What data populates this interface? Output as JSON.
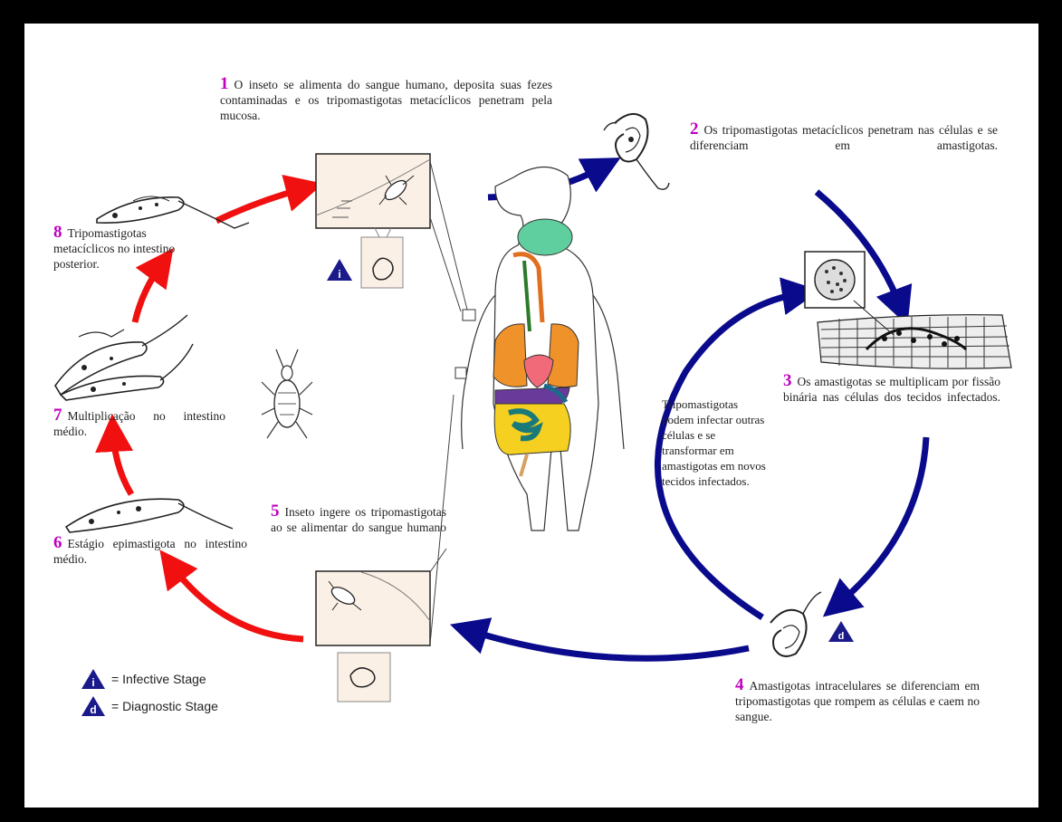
{
  "steps": [
    {
      "num": "1",
      "text": "O inseto se alimenta do sangue humano, deposita suas fezes contaminadas e os tripomastigotas metacíclicos penetram pela mucosa."
    },
    {
      "num": "2",
      "text": "Os tripomastigotas metacíclicos penetram nas células e se diferenciam em amastigotas."
    },
    {
      "num": "3",
      "text": "Os amastigotas se multiplicam por fissão binária nas células dos tecidos infectados."
    },
    {
      "num": "4",
      "text": "Amastigotas intracelulares se diferenciam em tripomastigotas que rompem as células e caem no sangue."
    },
    {
      "num": "5",
      "text": "Inseto ingere os tripomastigotas ao se alimentar do sangue humano"
    },
    {
      "num": "6",
      "text": "Estágio epimastigota no intestino médio."
    },
    {
      "num": "7",
      "text": "Multiplicação no intestino médio."
    },
    {
      "num": "8",
      "text": "Tripomastigotas metacíclicos no intestino posterior."
    }
  ],
  "inner_note": "Tripomastigotas podem infectar outras células e se transformar em amastigotas em novos tecidos infectados.",
  "legend": [
    {
      "symbol": "i",
      "label": "= Infective Stage"
    },
    {
      "symbol": "d",
      "label": "= Diagnostic Stage"
    }
  ],
  "colors": {
    "human_cycle": "#0a0a8c",
    "insect_cycle": "#f01010",
    "step_number": "#c000c0",
    "badge": "#1a1a8a"
  }
}
